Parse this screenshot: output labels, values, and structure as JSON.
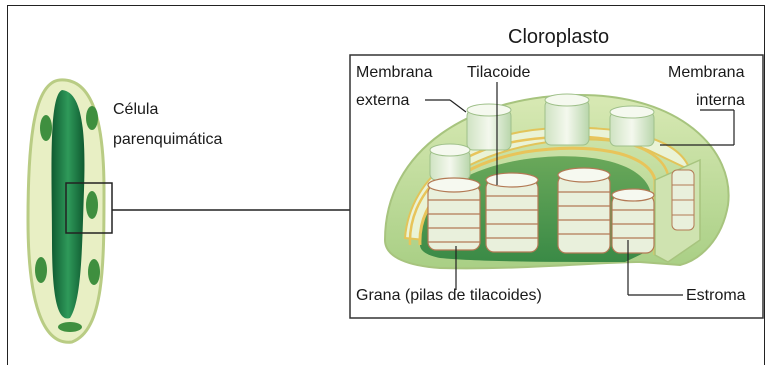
{
  "diagram": {
    "title": "Cloroplasto",
    "cell_label_line1": "Célula",
    "cell_label_line2": "parenquimática",
    "labels": {
      "outer_membrane_line1": "Membrana",
      "outer_membrane_line2": "externa",
      "thylakoid": "Tilacoide",
      "inner_membrane_line1": "Membrana",
      "inner_membrane_line2": "interna",
      "grana": "Grana (pilas de tilacoides)",
      "stroma": "Estroma"
    },
    "colors": {
      "cell_wall": "#c9d89a",
      "cell_fill": "#e7efc2",
      "vacuole_dark": "#1f7a45",
      "chloroplast_green": "#3f9a4f",
      "stroma_green": "#9cc97a",
      "membrane_yellow": "#e8c45a",
      "thylakoid_disc": "#e9f0dc"
    }
  }
}
